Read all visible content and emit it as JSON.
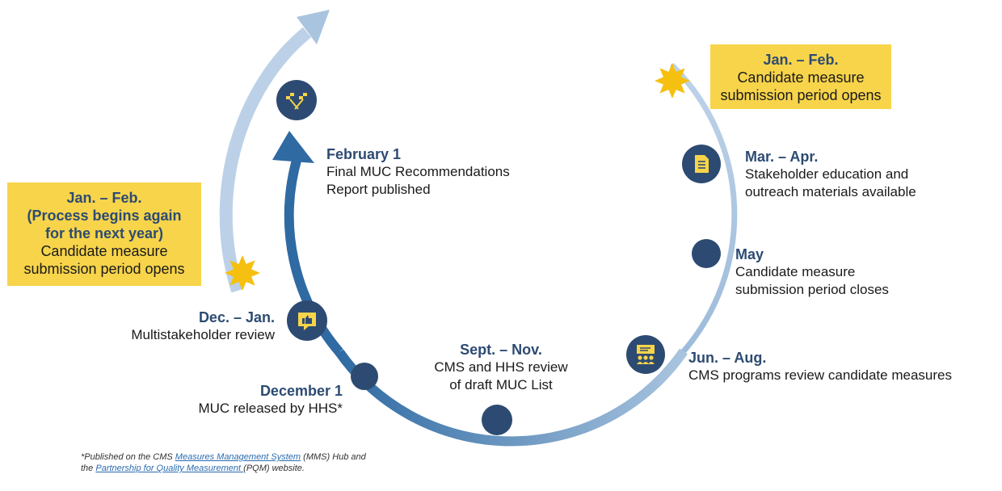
{
  "milestones": {
    "jan_feb_top": {
      "heading": "Jan. – Feb.",
      "text": "Candidate measure submission period opens"
    },
    "mar_apr": {
      "heading": "Mar. – Apr.",
      "line1": "Stakeholder education and",
      "line2": "outreach materials available"
    },
    "may": {
      "heading": "May",
      "line1": "Candidate measure",
      "line2": "submission period closes"
    },
    "jun_aug": {
      "heading": "Jun. – Aug.",
      "line1": "CMS programs review candidate measures"
    },
    "sept_nov": {
      "heading": "Sept. – Nov.",
      "line1": "CMS and HHS review",
      "line2": "of draft MUC List"
    },
    "december_1": {
      "heading": "December 1",
      "line1": "MUC released by HHS*"
    },
    "dec_jan": {
      "heading": "Dec. – Jan.",
      "line1": "Multistakeholder review"
    },
    "february_1": {
      "heading": "February 1",
      "line1": "Final MUC Recommendations",
      "line2": "Report published"
    },
    "jan_feb_left": {
      "heading": "Jan. – Feb.",
      "bold1": "(Process begins again",
      "bold2": "for the next year)",
      "line1": "Candidate measure",
      "line2": "submission period opens"
    }
  },
  "top_box": {
    "line1": "Jan. – Feb.",
    "line2": "Candidate measure",
    "line3": "submission period opens"
  },
  "footnote": {
    "prefix": "*Published on the CMS ",
    "link1": "Measures Management System",
    "middle": " (MMS) Hub and the ",
    "link2": "Partnership for Quality Measurement ",
    "suffix": "(PQM) website."
  },
  "icons": [
    "checkered-flags-icon",
    "document-icon",
    "presentation-icon",
    "thumbs-up-icon",
    "starburst-icon"
  ],
  "colors": {
    "dark_navy": "#2d4b72",
    "medium_blue": "#2f6aa3",
    "light_blue": "#a9c4df",
    "gold": "#f7d44a",
    "burst": "#f5c010"
  }
}
